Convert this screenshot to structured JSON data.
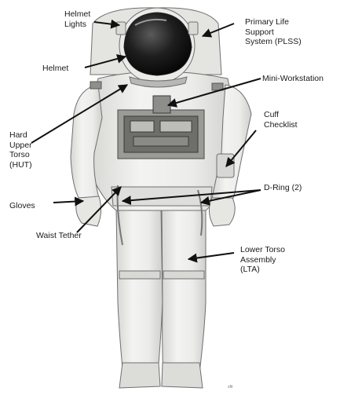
{
  "diagram": {
    "callouts": [
      {
        "id": "helmet-lights",
        "text": "Helmet\nLights"
      },
      {
        "id": "plss",
        "text": "Primary Life\nSupport\nSystem (PLSS)"
      },
      {
        "id": "helmet",
        "text": "Helmet"
      },
      {
        "id": "mini-workstation",
        "text": "Mini-Workstation"
      },
      {
        "id": "cuff-checklist",
        "text": "Cuff\nChecklist"
      },
      {
        "id": "hut",
        "text": "Hard\nUpper\nTorso\n(HUT)"
      },
      {
        "id": "d-ring",
        "text": "D-Ring (2)"
      },
      {
        "id": "gloves",
        "text": "Gloves"
      },
      {
        "id": "waist-tether",
        "text": "Waist Tether"
      },
      {
        "id": "lta",
        "text": "Lower Torso\nAssembly\n(LTA)"
      }
    ],
    "figure_mark": "sfit"
  },
  "colors": {
    "suit_fill": "#eeeeec",
    "suit_shadow": "#c9c9c6",
    "suit_outline": "#6f6f6f",
    "visor": "#1c1c1c",
    "pointer_line": "#111111",
    "text": "#1a1a1a"
  }
}
